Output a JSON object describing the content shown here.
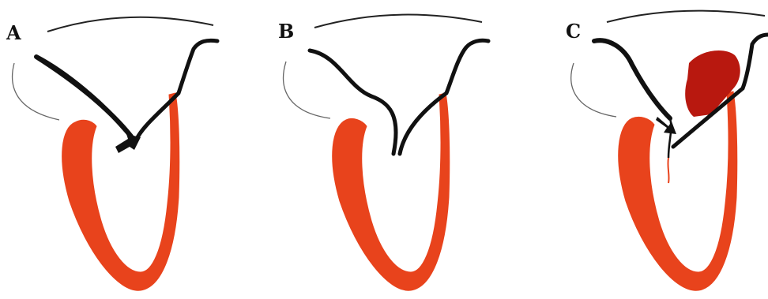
{
  "panels": [
    {
      "label": "A"
    },
    {
      "label": "B"
    },
    {
      "label": "C"
    }
  ],
  "colors": {
    "myocardium": "#e8431c",
    "hematoma": "#b8180f",
    "line": "#111111",
    "outline": "#555555",
    "background": "#ffffff"
  }
}
